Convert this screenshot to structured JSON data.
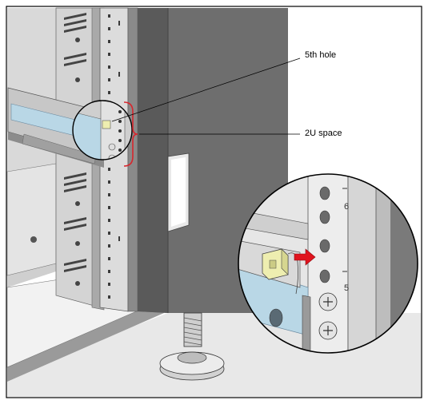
{
  "callouts": {
    "fifth_hole": "5th hole",
    "two_u_space": "2U space"
  },
  "detail_labels": {
    "upper_number": "6",
    "lower_number": "5"
  },
  "colors": {
    "rack_dark": "#6e6e6e",
    "rack_mid": "#9a9a9a",
    "rail_light": "#cfcfcf",
    "rail_blue": "#b9d7e6",
    "cage_nut": "#eeeeb0",
    "bracket_red": "#d8262d",
    "arrow_red": "#e0141e"
  },
  "icons": {
    "insert_arrow": "red-arrow-right-icon",
    "brace": "red-brace-icon"
  }
}
